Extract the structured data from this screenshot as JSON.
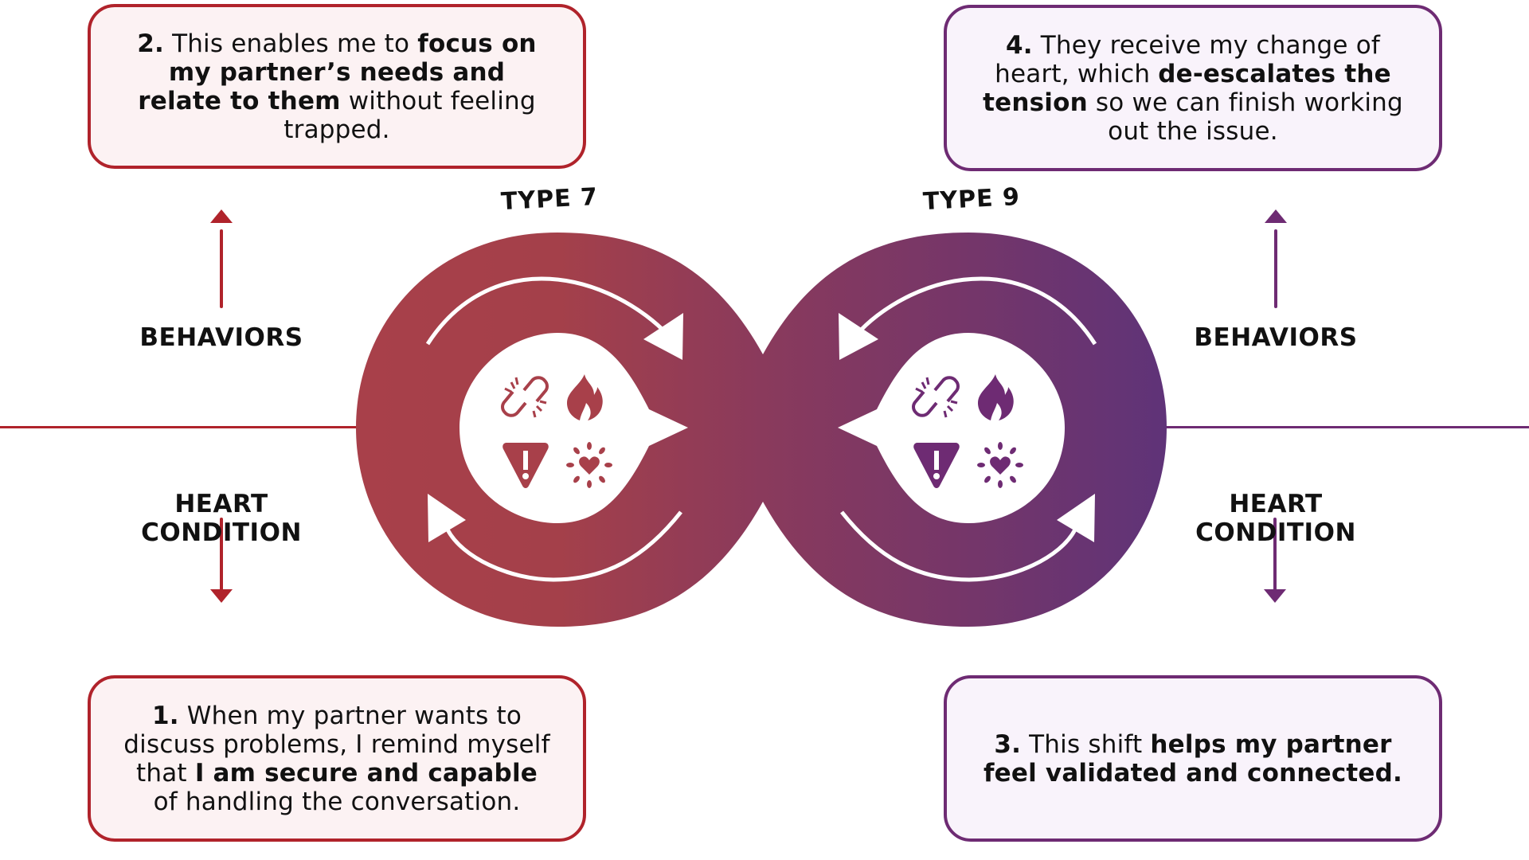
{
  "colors": {
    "red": "#b0232b",
    "purple": "#6e2b73",
    "loop_gradient_start": "#a8404a",
    "loop_gradient_end": "#5f3378",
    "red_box_fill": "#fcf2f3",
    "purple_box_fill": "#f9f3fb"
  },
  "types": {
    "left": "TYPE 7",
    "right": "TYPE 9"
  },
  "labels": {
    "left_behaviors": "BEHAVIORS",
    "left_heart_1": "HEART",
    "left_heart_2": "CONDITION",
    "right_behaviors": "BEHAVIORS",
    "right_heart_1": "HEART",
    "right_heart_2": "CONDITION"
  },
  "steps": {
    "step1": {
      "number": "1.",
      "parts": [
        {
          "text": " When my partner wants to discuss problems, I remind myself that ",
          "bold": false
        },
        {
          "text": "I am secure and capable",
          "bold": true
        },
        {
          "text": " of handling the conversation.",
          "bold": false
        }
      ]
    },
    "step2": {
      "number": "2.",
      "parts": [
        {
          "text": " This enables me to ",
          "bold": false
        },
        {
          "text": "focus on my partner’s needs and relate to them",
          "bold": true
        },
        {
          "text": " without feeling trapped.",
          "bold": false
        }
      ]
    },
    "step3": {
      "number": "3.",
      "parts": [
        {
          "text": " This shift ",
          "bold": false
        },
        {
          "text": "helps my partner feel validated and connected.",
          "bold": true
        }
      ]
    },
    "step4": {
      "number": "4.",
      "parts": [
        {
          "text": " They receive my change of heart, which ",
          "bold": false
        },
        {
          "text": "de-escalates the tension",
          "bold": true
        },
        {
          "text": " so we can finish working out the issue.",
          "bold": false
        }
      ]
    }
  },
  "icons": [
    "broken-link-icon",
    "flame-icon",
    "warning-icon",
    "radiant-heart-icon"
  ]
}
